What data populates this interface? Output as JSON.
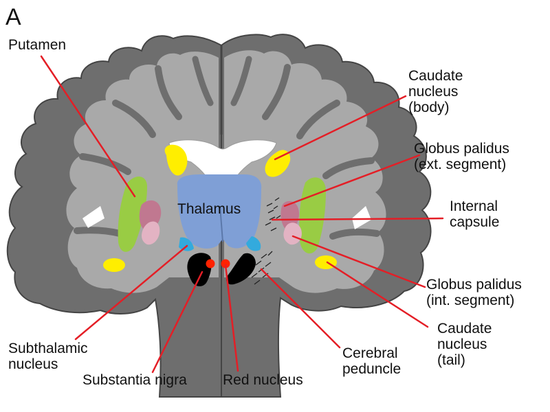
{
  "panel_letter": "A",
  "labels": {
    "putamen": [
      "Putamen"
    ],
    "caudate_body": [
      "Caudate",
      "nucleus",
      "(body)"
    ],
    "gp_ext": [
      "Globus palidus",
      "(ext. segment)"
    ],
    "internal_capsule": [
      "Internal",
      "capsule"
    ],
    "gp_int": [
      "Globus palidus",
      "(int. segment)"
    ],
    "caudate_tail": [
      "Caudate",
      "nucleus",
      "(tail)"
    ],
    "cerebral_peduncle": [
      "Cerebral",
      "peduncle"
    ],
    "red_nucleus": [
      "Red nucleus"
    ],
    "substantia_nigra": [
      "Substantia nigra"
    ],
    "subthalamic": [
      "Subthalamic",
      "nucleus"
    ],
    "thalamus": [
      "Thalamus"
    ]
  },
  "colors": {
    "white_matter": "#a9a9a9",
    "gray_matter": "#6e6e6e",
    "outline": "#444444",
    "ventricles": "#ffffff",
    "putamen": "#99cc44",
    "caudate": "#ffee00",
    "globus_pallidus_ext": "#c07890",
    "globus_pallidus_int": "#e3b3c3",
    "thalamus": "#7f9fd6",
    "subthalamic_nucleus": "#33aadd",
    "substantia_nigra": "#000000",
    "red_nucleus": "#ff2200",
    "leader_lines": "#e41e26"
  }
}
